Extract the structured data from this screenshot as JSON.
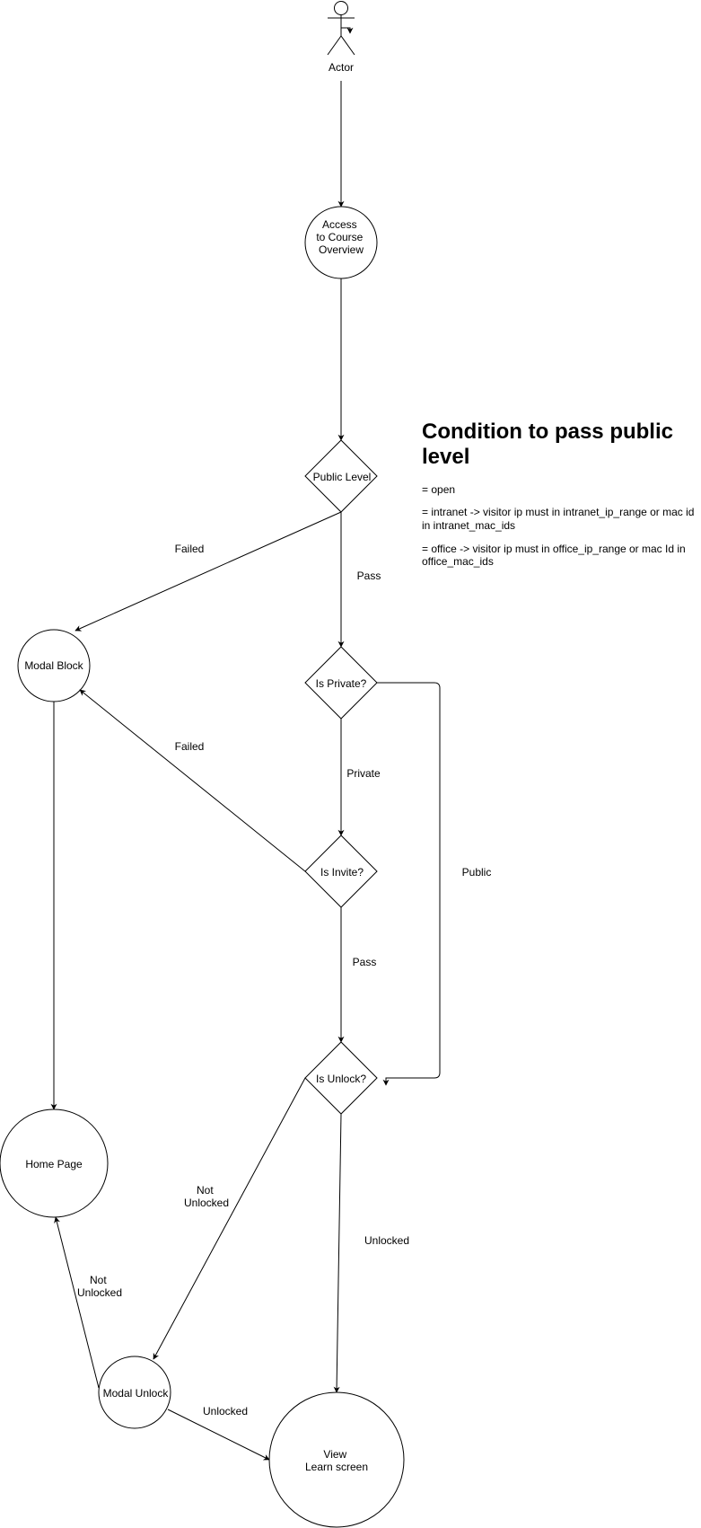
{
  "diagram": {
    "actor": {
      "label": "Actor"
    },
    "nodes": {
      "access": {
        "lines": [
          "Access",
          "to Course",
          "Overview"
        ]
      },
      "public_level": {
        "lines": [
          "Public Level"
        ]
      },
      "modal_block": {
        "lines": [
          "Modal Block"
        ]
      },
      "is_private": {
        "lines": [
          "Is Private?"
        ]
      },
      "is_invite": {
        "lines": [
          "Is Invite?"
        ]
      },
      "is_unlock": {
        "lines": [
          "Is Unlock?"
        ]
      },
      "home_page": {
        "lines": [
          "Home Page"
        ]
      },
      "modal_unlock": {
        "lines": [
          "Modal Unlock"
        ]
      },
      "view_learn": {
        "lines": [
          "View",
          "Learn screen"
        ]
      }
    },
    "edge_labels": {
      "failed_public": [
        "Failed"
      ],
      "pass_public": [
        "Pass"
      ],
      "failed_invite": [
        "Failed"
      ],
      "private": [
        "Private"
      ],
      "public": [
        "Public"
      ],
      "pass_invite": [
        "Pass"
      ],
      "not_unlocked_1": [
        "Not",
        "Unlocked"
      ],
      "unlocked_1": [
        "Unlocked"
      ],
      "not_unlocked_2": [
        "Not",
        "Unlocked"
      ],
      "unlocked_2": [
        "Unlocked"
      ]
    },
    "note": {
      "title_lines": [
        "Condition to pass public",
        "level"
      ],
      "paragraphs": [
        [
          "= open"
        ],
        [
          "= intranet -> visitor ip must in intranet_ip_range or mac id",
          "in intranet_mac_ids"
        ],
        [
          "= office -> visitor ip must in office_ip_range or mac Id in",
          "office_mac_ids"
        ]
      ]
    }
  }
}
